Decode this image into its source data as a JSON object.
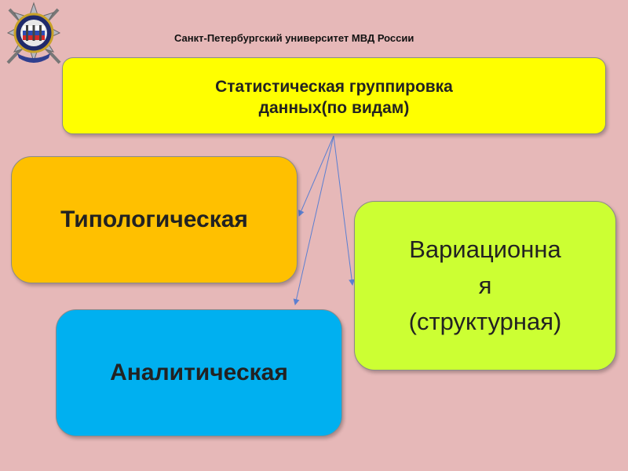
{
  "header": {
    "university": "Санкт-Петербургский университет МВД России"
  },
  "main": {
    "title_line1": "Статистическая группировка",
    "title_line2": "данных(по видам)"
  },
  "categories": {
    "typological": "Типологическая",
    "variational_line1": "Вариационна",
    "variational_line2": "я",
    "variational_line3": "(структурная)",
    "analytical": "Аналитическая"
  },
  "colors": {
    "background": "#e6b8b8",
    "main_box": "#ffff00",
    "typological_box": "#ffc000",
    "variational_box": "#ccff33",
    "analytical_box": "#00b0f0",
    "arrow": "#5b7fd1"
  },
  "icons": {
    "emblem": "university-emblem-icon"
  }
}
